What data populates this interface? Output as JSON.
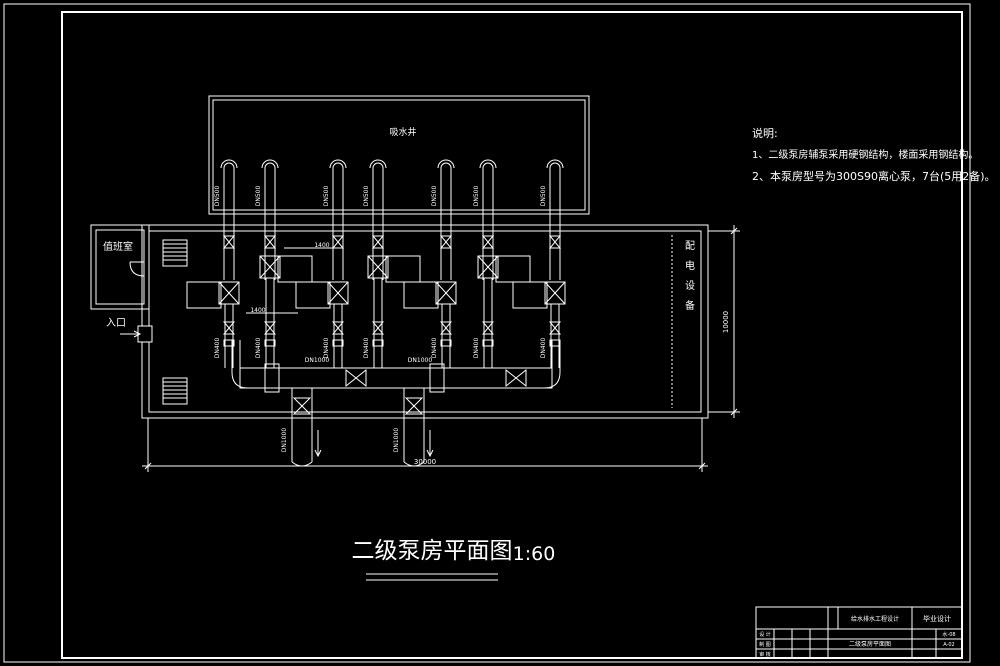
{
  "drawing": {
    "title": "二级泵房平面图",
    "scale": "1:60",
    "rooms": {
      "suction_well": "吸水井",
      "duty_room": "值班室",
      "electrical_room": "配电设备",
      "entrance": "入口"
    },
    "notes": {
      "heading": "说明:",
      "line1": "1、二级泵房辅泵采用硬钢结构，楼面采用钢结构。",
      "line2": "2、本泵房型号为300S90离心泵，7台(5用2备)。"
    },
    "pipe_labels": {
      "suction": [
        "DN500",
        "DN500",
        "DN500",
        "DN500",
        "DN500",
        "DN500",
        "DN500"
      ],
      "discharge": [
        "DN400",
        "DN400",
        "DN400",
        "DN400",
        "DN400",
        "DN400",
        "DN400"
      ],
      "header": [
        "DN1000",
        "DN1000"
      ],
      "outlet": [
        "DN1000",
        "DN1000"
      ]
    },
    "dimensions": {
      "total_length": "30000",
      "total_width": "10000",
      "pump_spacing": "1400",
      "pump_offset": "1400"
    },
    "title_block": {
      "project": "给水排水工程设计",
      "drawing_name": "二级泵房平面图",
      "stage": "毕业设计",
      "rows": [
        "设 计",
        "制 图",
        "审 核"
      ],
      "drawing_no": "水-08",
      "sheet": "A-02"
    }
  }
}
